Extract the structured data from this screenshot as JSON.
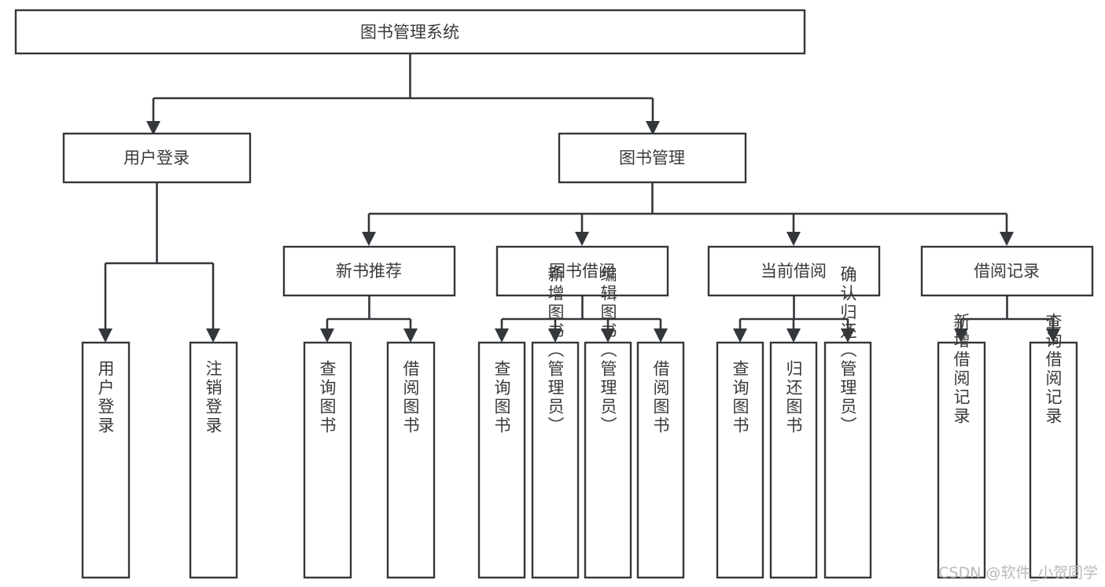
{
  "chart_data": {
    "type": "diagram",
    "diagram_kind": "hierarchical-tree",
    "title": "图书管理系统",
    "colors": {
      "stroke": "#33373b",
      "fill": "#ffffff",
      "text": "#3a3a3a",
      "watermark": "#b9b9b9",
      "background": "#ffffff"
    },
    "levels": 4,
    "nodes": {
      "root": {
        "label": "图书管理系统",
        "level": 0,
        "orientation": "horizontal"
      },
      "user_login": {
        "label": "用户登录",
        "level": 1,
        "orientation": "horizontal",
        "parent": "图书管理系统"
      },
      "book_manage": {
        "label": "图书管理",
        "level": 1,
        "orientation": "horizontal",
        "parent": "图书管理系统"
      },
      "new_book_rec": {
        "label": "新书推荐",
        "level": 2,
        "orientation": "horizontal",
        "parent": "图书管理"
      },
      "book_borrow": {
        "label": "图书借阅",
        "level": 2,
        "orientation": "horizontal",
        "parent": "图书管理"
      },
      "current_borrow": {
        "label": "当前借阅",
        "level": 2,
        "orientation": "horizontal",
        "parent": "图书管理"
      },
      "borrow_record": {
        "label": "借阅记录",
        "level": 2,
        "orientation": "horizontal",
        "parent": "图书管理"
      },
      "leaf_user_login": {
        "label": "用户登录",
        "level": 2,
        "orientation": "vertical",
        "parent": "用户登录"
      },
      "leaf_logout": {
        "label": "注销登录",
        "level": 2,
        "orientation": "vertical",
        "parent": "用户登录"
      },
      "leaf_query_book_a": {
        "label": "查询图书",
        "level": 3,
        "orientation": "vertical",
        "parent": "新书推荐"
      },
      "leaf_borrow_book_a": {
        "label": "借阅图书",
        "level": 3,
        "orientation": "vertical",
        "parent": "新书推荐"
      },
      "leaf_query_book_b": {
        "label": "查询图书",
        "level": 3,
        "orientation": "vertical",
        "parent": "图书借阅"
      },
      "leaf_add_book": {
        "label": "新增图书（管理员）",
        "level": 3,
        "orientation": "vertical",
        "parent": "图书借阅"
      },
      "leaf_edit_book": {
        "label": "编辑图书（管理员）",
        "level": 3,
        "orientation": "vertical",
        "parent": "图书借阅"
      },
      "leaf_borrow_book_b": {
        "label": "借阅图书",
        "level": 3,
        "orientation": "vertical",
        "parent": "图书借阅"
      },
      "leaf_query_book_c": {
        "label": "查询图书",
        "level": 3,
        "orientation": "vertical",
        "parent": "当前借阅"
      },
      "leaf_return_book": {
        "label": "归还图书",
        "level": 3,
        "orientation": "vertical",
        "parent": "当前借阅"
      },
      "leaf_confirm_return": {
        "label": "确认归还（管理员）",
        "level": 3,
        "orientation": "vertical",
        "parent": "当前借阅"
      },
      "leaf_add_record": {
        "label": "新增借阅记录",
        "level": 3,
        "orientation": "vertical",
        "parent": "借阅记录"
      },
      "leaf_query_record": {
        "label": "查询借阅记录",
        "level": 3,
        "orientation": "vertical",
        "parent": "借阅记录"
      }
    }
  },
  "watermark": {
    "text": "CSDN @软件_小贺同学"
  }
}
